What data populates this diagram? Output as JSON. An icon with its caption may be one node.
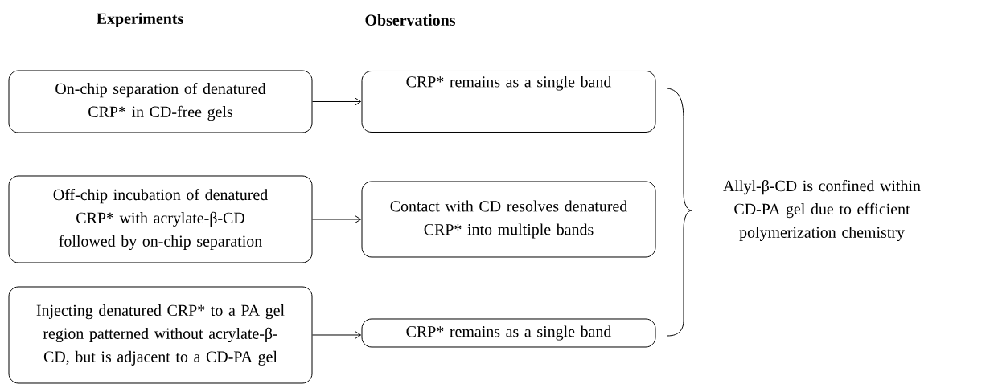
{
  "diagram": {
    "nodes": [
      {
        "text": [
          "On-chip separation of denatured CRP* in CD-free gels"
        ]
      },
      {
        "text": [
          "Off-chip incubation of denatured CRP* with acrylate-β-CD followed by on-chip separation"
        ]
      },
      {
        "text": [
          "Injecting denatured CRP* to a PA gel region patterned without acrylate-β-CD, but is adjacent to a CD-PA gel"
        ]
      },
      {
        "text": [
          "CRP* remains as a single band"
        ]
      },
      {
        "text": [
          "Contact with CD resolves denatured CRP* into multiple bands"
        ]
      },
      {
        "text": [
          "CRP* remains as a single band"
        ]
      }
    ],
    "edges": [
      {
        "from": 0,
        "to": 3,
        "arrow": "to"
      },
      {
        "from": 1,
        "to": 4,
        "arrow": "to"
      },
      {
        "from": 2,
        "to": 5,
        "arrow": "to"
      }
    ],
    "labels": [
      "Experiments",
      "Observations",
      "Allyl-β-CD is confined within CD-PA gel due to efficient polymerization chemistry"
    ]
  }
}
